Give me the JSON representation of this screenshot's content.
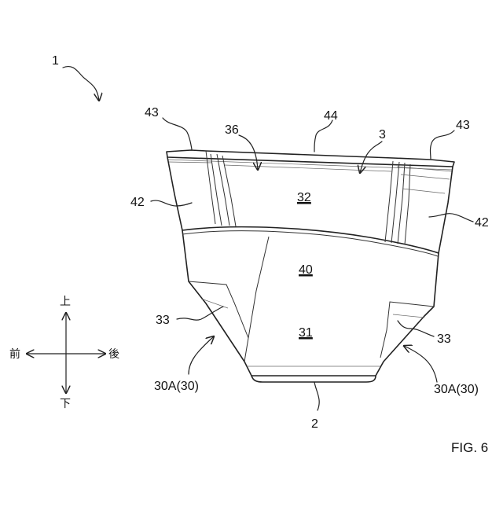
{
  "figure": {
    "caption": "FIG. 6"
  },
  "labels": {
    "ref_1": "1",
    "ref_43_left": "43",
    "ref_44": "44",
    "ref_43_right": "43",
    "ref_36": "36",
    "ref_3": "3",
    "ref_42_left": "42",
    "ref_42_right": "42",
    "ref_32": "32",
    "ref_40": "40",
    "ref_31": "31",
    "ref_33_left": "33",
    "ref_33_right": "33",
    "ref_30a_left": "30A(30)",
    "ref_30a_right": "30A(30)",
    "ref_2": "2"
  },
  "directions": {
    "up": "上",
    "down": "下",
    "front": "前",
    "back": "後"
  }
}
